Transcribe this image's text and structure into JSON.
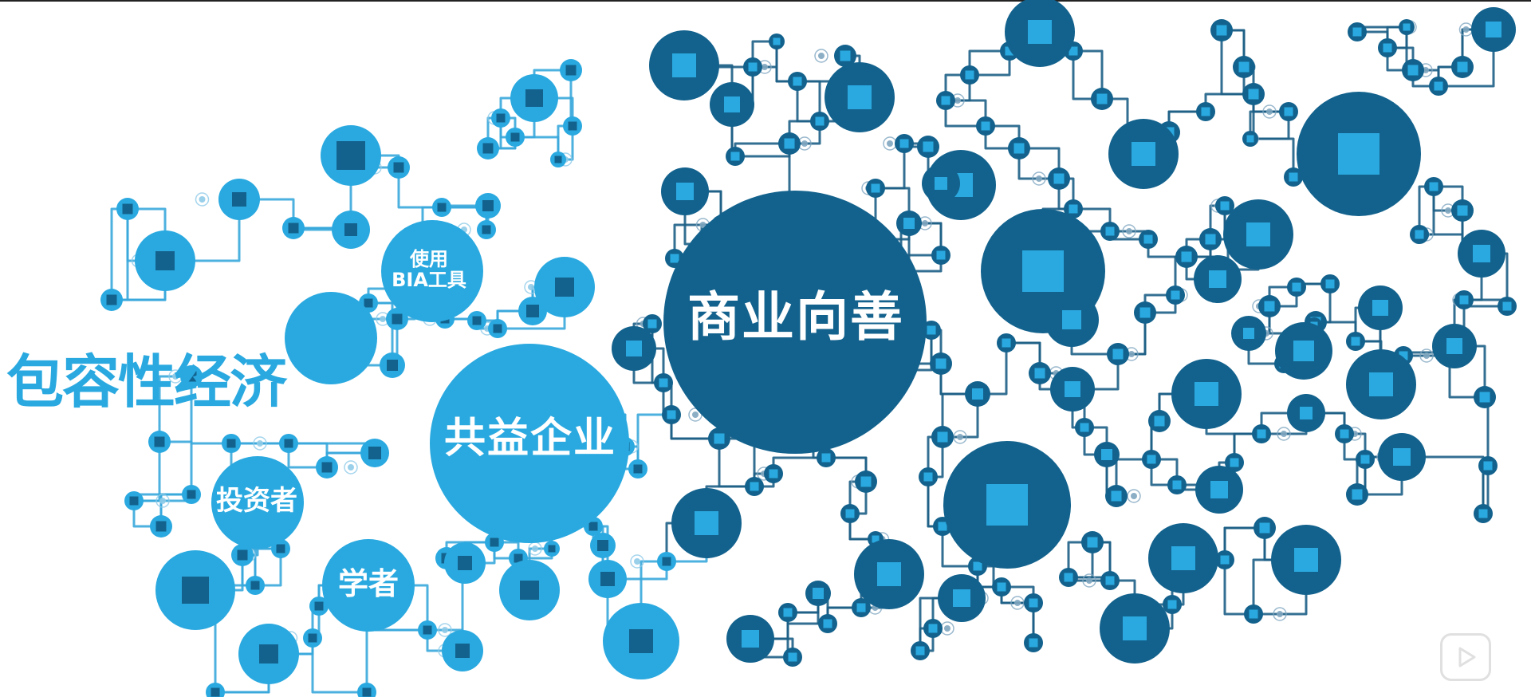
{
  "main_title": "包容性经济",
  "nodes": {
    "business_for_good": "商业向善",
    "common_good_enterprise": "共益企业",
    "use_bia_tools_line1": "使用",
    "use_bia_tools_line2": "BIA工具",
    "investors": "投资者",
    "scholars": "学者"
  },
  "colors": {
    "light_blue": "#2aa9e0",
    "dark_blue": "#13628d",
    "line_light": "#3aa9dc",
    "line_dark": "#1d5f86"
  },
  "icons": {
    "play": "play-icon"
  }
}
